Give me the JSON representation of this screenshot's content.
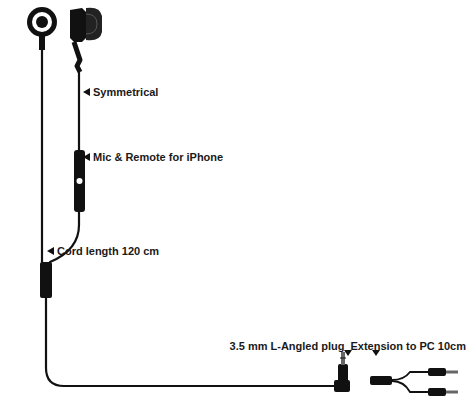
{
  "diagram": {
    "labels": [
      "Symmetrical",
      "Mic & Remote for iPhone",
      "Cord length 120 cm",
      "3.5 mm L-Angled plug",
      "Extension to PC 10cm"
    ]
  }
}
